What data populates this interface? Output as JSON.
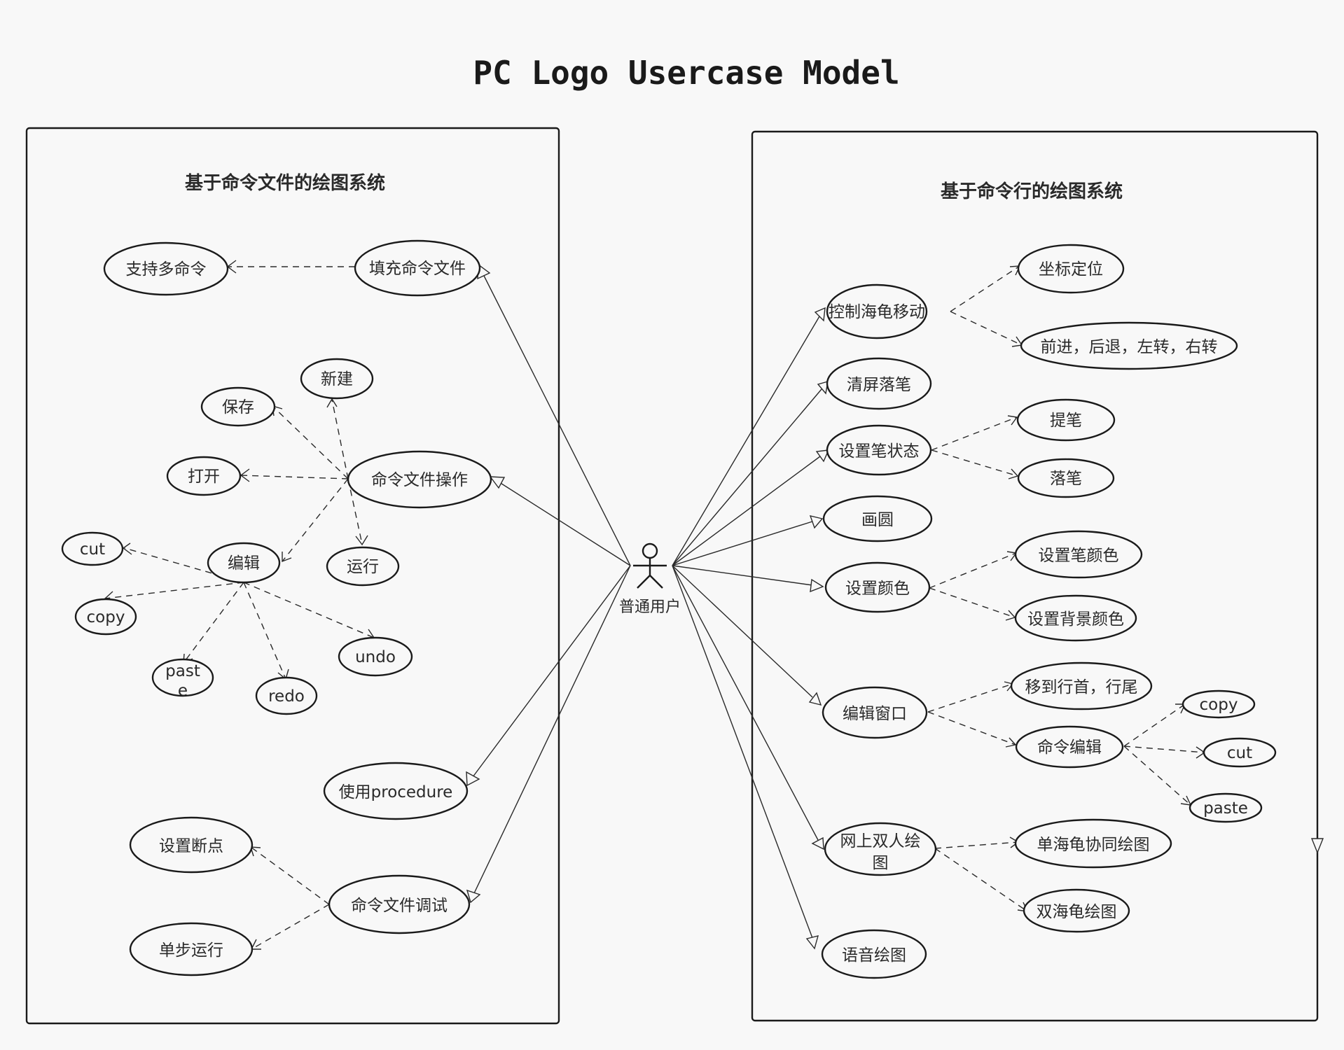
{
  "title": "PC Logo Usercase Model",
  "actor": {
    "label": "普通用户"
  },
  "systems": {
    "left": {
      "title": "基于命令文件的绘图系统"
    },
    "right": {
      "title": "基于命令行的绘图系统"
    }
  },
  "usecases": {
    "support_multi": "支持多命令",
    "fill_cmd_file": "填充命令文件",
    "new": "新建",
    "save": "保存",
    "open": "打开",
    "cmd_file_ops": "命令文件操作",
    "cut_l": "cut",
    "edit": "编辑",
    "run": "运行",
    "copy_l": "copy",
    "undo": "undo",
    "paste_l_line1": "past",
    "paste_l_line2": "e",
    "redo": "redo",
    "use_procedure": "使用procedure",
    "set_breakpoint": "设置断点",
    "cmd_file_debug": "命令文件调试",
    "step_run": "单步运行",
    "control_turtle": "控制海龟移动",
    "coord_position": "坐标定位",
    "fwd_back": "前进，后退，左转，右转",
    "clear_screen": "清屏落笔",
    "set_pen_state": "设置笔状态",
    "pen_up": "提笔",
    "pen_down": "落笔",
    "draw_circle": "画圆",
    "set_color": "设置颜色",
    "set_pen_color": "设置笔颜色",
    "set_bg_color": "设置背景颜色",
    "edit_window": "编辑窗口",
    "move_line": "移到行首，行尾",
    "cmd_edit": "命令编辑",
    "copy_r": "copy",
    "cut_r": "cut",
    "paste_r": "paste",
    "online_line1": "网上双人绘",
    "online_line2": "图",
    "single_collab": "单海龟协同绘图",
    "double_turtle": "双海龟绘图",
    "voice_draw": "语音绘图"
  }
}
